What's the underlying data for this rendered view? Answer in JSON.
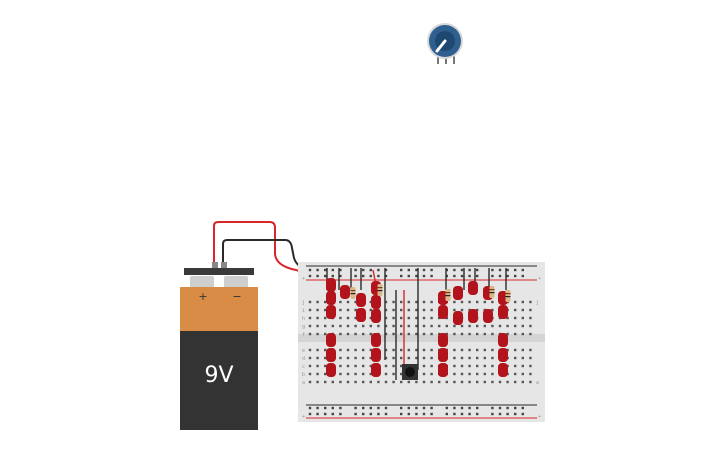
{
  "battery": {
    "voltage_label": "9V",
    "plus_label": "+",
    "minus_label": "−"
  },
  "breadboard": {
    "row_letters_top": [
      "j",
      "i",
      "h",
      "g",
      "f"
    ],
    "row_letters_bottom": [
      "e",
      "d",
      "c",
      "b",
      "a"
    ],
    "rail_plus": "+",
    "rail_minus": "−"
  },
  "colors": {
    "wire_red": "#d8262b",
    "wire_black": "#2a2a2a",
    "led_red": "#b3131a",
    "battery_top": "#d98c45",
    "battery_body": "#333333",
    "knob_blue": "#2f5f8f",
    "breadboard": "#e6e6e6"
  }
}
